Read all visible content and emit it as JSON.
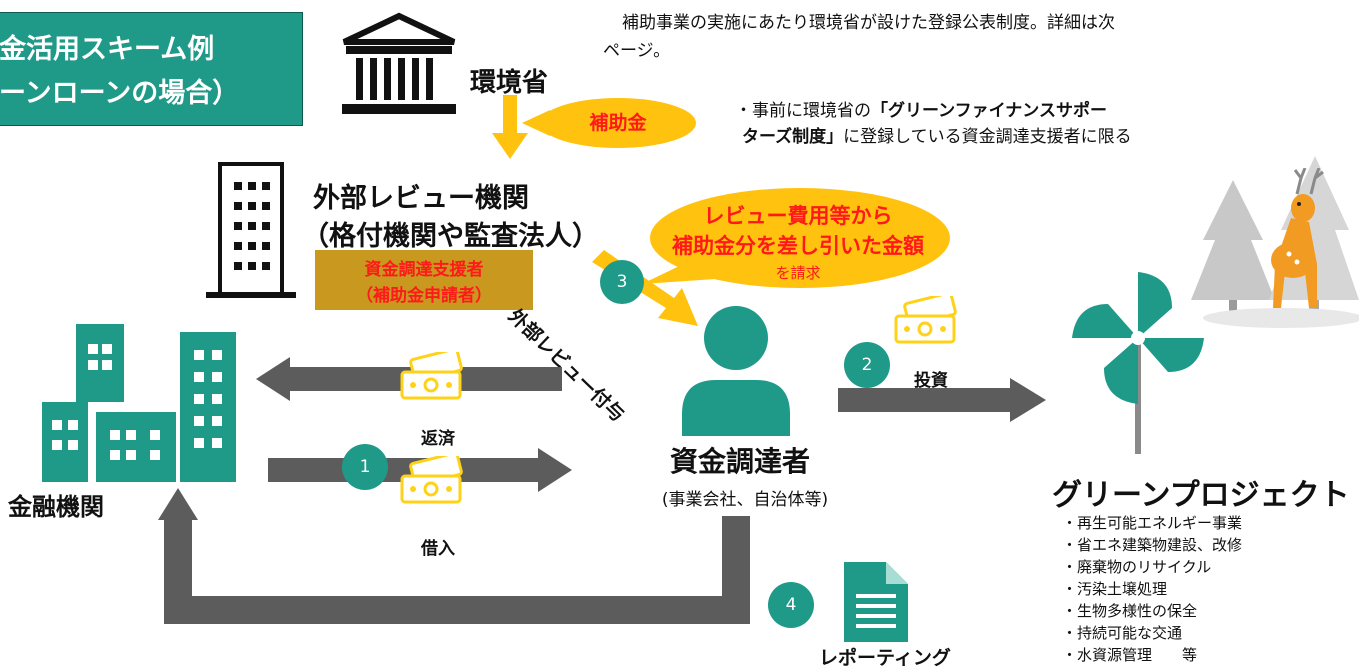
{
  "title": {
    "line1": "金活用スキーム例",
    "line2": "ーンローンの場合）"
  },
  "note_top": {
    "line1": "補助事業の実施にあたり環境省が設けた登録公表制度。詳細は次",
    "line2": "ページ。"
  },
  "note_reg": {
    "prefix": "・事前に環境省の",
    "highlight1": "「グリーンファイナンスサポー",
    "highlight2": "ターズ制度」",
    "suffix": "に登録している資金調達支援者に限る"
  },
  "ministry": "環境省",
  "subsidy_bubble": "補助金",
  "review_org": {
    "line1": "外部レビュー機関",
    "line2": "（格付機関や監査法人）"
  },
  "supporter_box": {
    "line1": "資金調達支援者",
    "line2": "（補助金申請者）"
  },
  "claim_bubble": {
    "line1": "レビュー費用等から",
    "line2": "補助金分を差し引いた金額",
    "line3": "を請求"
  },
  "review_grant": "外部レビュー付与",
  "financial_inst": "金融機関",
  "repay": "返済",
  "borrow": "借入",
  "invest": "投資",
  "borrower": {
    "name": "資金調達者",
    "sub": "(事業会社、自治体等)"
  },
  "reporting": "レポーティング",
  "steps": {
    "s1": "1",
    "s2": "2",
    "s3": "3",
    "s4": "4"
  },
  "green_project": {
    "title": "グリーンプロジェクト",
    "items": [
      "・再生可能エネルギー事業",
      "・省エネ建築物建設、改修",
      "・廃棄物のリサイクル",
      "・汚染土壌処理",
      "・生物多様性の保全",
      "・持続可能な交通",
      "・水資源管理　　等"
    ]
  },
  "colors": {
    "teal": "#1f9a89",
    "yellow": "#ffc20e",
    "gold": "#c8991e",
    "red": "#ff1a1a",
    "arrow": "#5c5c5c"
  }
}
